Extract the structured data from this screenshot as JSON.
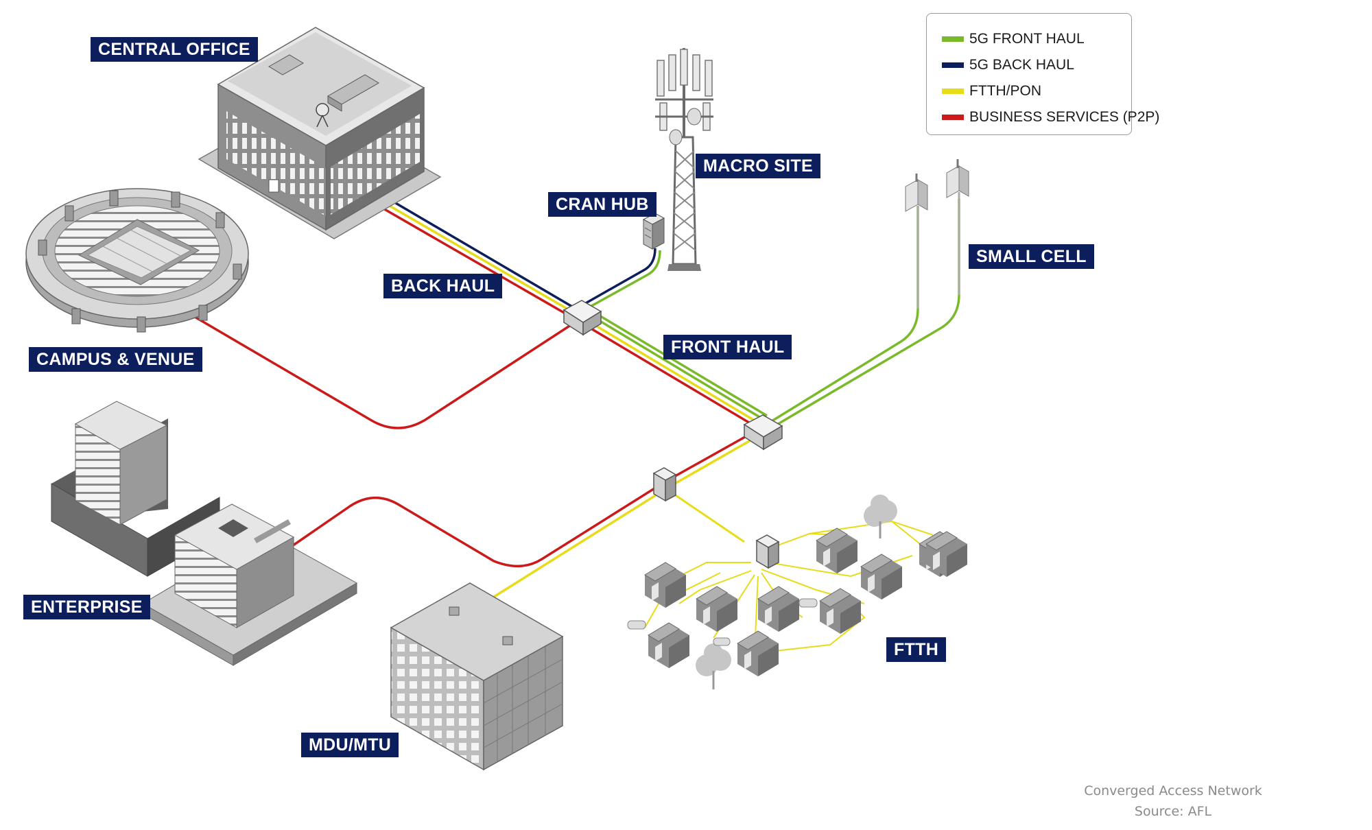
{
  "labels": {
    "central_office": "CENTRAL OFFICE",
    "macro_site": "MACRO SITE",
    "cran_hub": "CRAN HUB",
    "small_cell": "SMALL CELL",
    "back_haul": "BACK HAUL",
    "front_haul": "FRONT HAUL",
    "campus_venue": "CAMPUS & VENUE",
    "enterprise": "ENTERPRISE",
    "ftth": "FTTH",
    "mdu_mtu": "MDU/MTU"
  },
  "legend": {
    "items": [
      {
        "label": "5G FRONT HAUL",
        "color": "#7ab929"
      },
      {
        "label": "5G BACK HAUL",
        "color": "#0c1e5b"
      },
      {
        "label": "FTTH/PON",
        "color": "#e6dc1a"
      },
      {
        "label": "BUSINESS SERVICES (P2P)",
        "color": "#cc1a1a"
      }
    ]
  },
  "caption": {
    "line1": "Converged Access Network",
    "line2": "Source: AFL"
  },
  "colors": {
    "label_bg": "#0c1e5b",
    "front_haul": "#7ab929",
    "back_haul": "#0c1e5b",
    "ftth_pon": "#e6dc1a",
    "business": "#cc1a1a",
    "building_light": "#d9d9d9",
    "building_mid": "#a6a6a6",
    "building_dark": "#6e6e6e"
  }
}
